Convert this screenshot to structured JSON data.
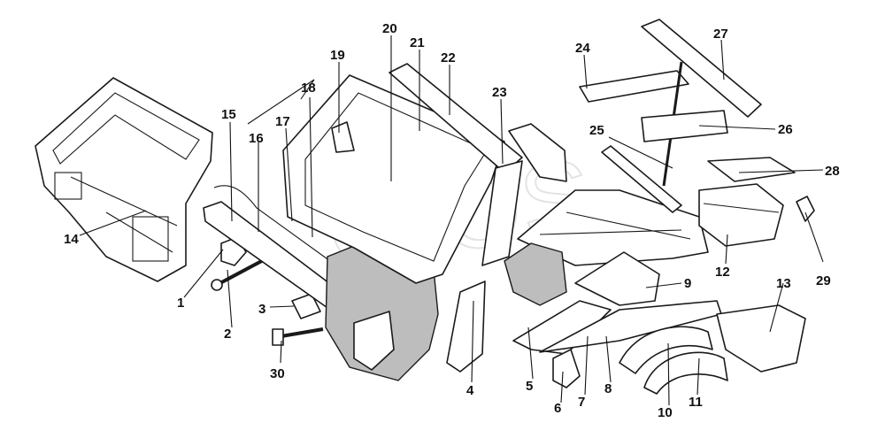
{
  "labels": [
    "1",
    "2",
    "3",
    "4",
    "5",
    "6",
    "7",
    "8",
    "9",
    "10",
    "11",
    "12",
    "13",
    "14",
    "15",
    "16",
    "17",
    "18",
    "19",
    "20",
    "21",
    "22",
    "23",
    "24",
    "25",
    "26",
    "27",
    "28",
    "29",
    "30"
  ],
  "watermark": "OtOS"
}
